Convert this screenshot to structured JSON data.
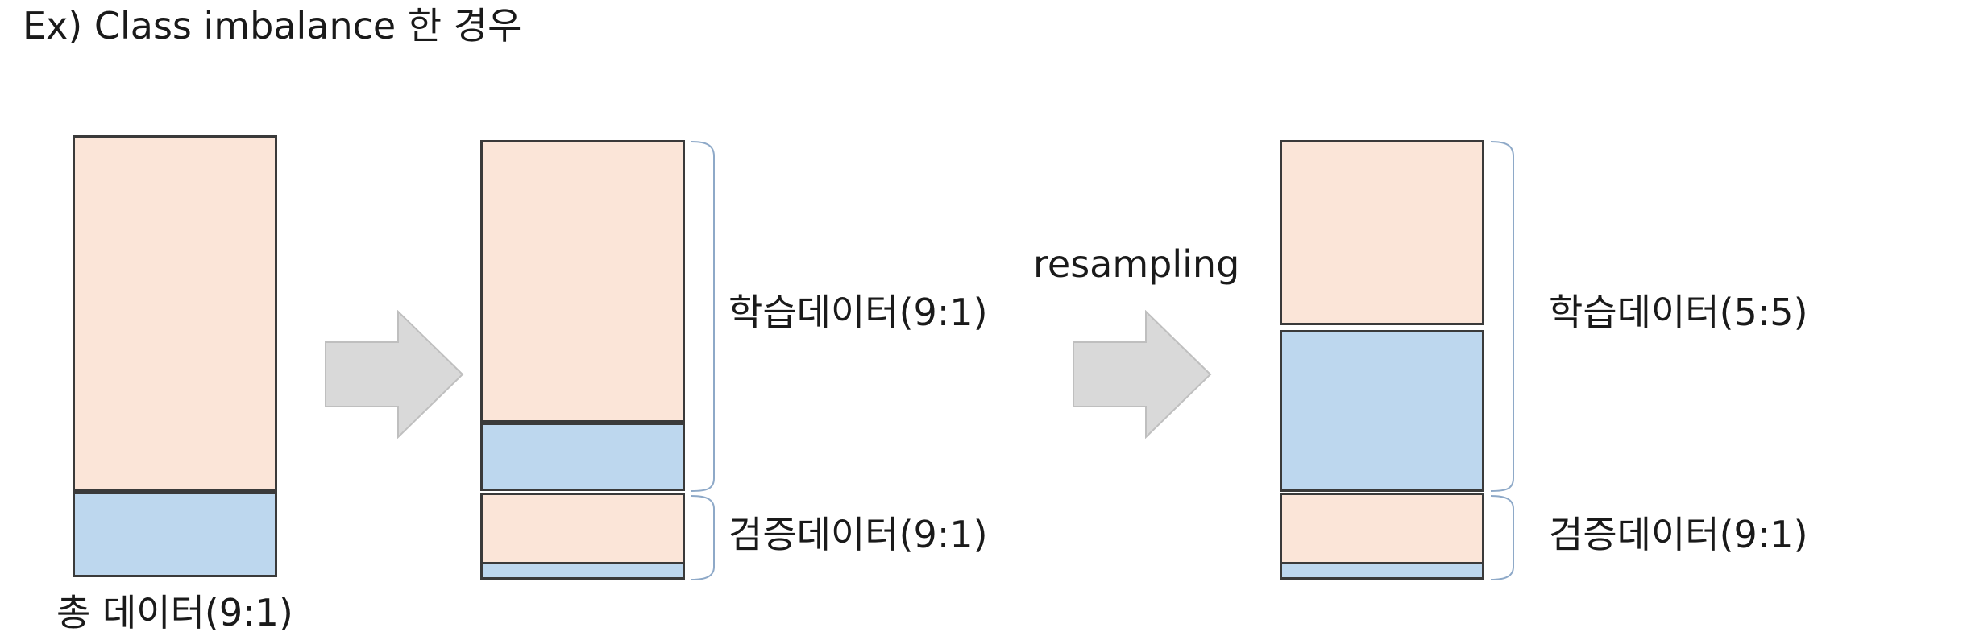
{
  "title": "Ex) Class imbalance 한 경우",
  "total_label": "총 데이터(9:1)",
  "resampling_label": "resampling",
  "split_before": {
    "train_label": "학습데이터(9:1)",
    "valid_label": "검증데이터(9:1)"
  },
  "split_after": {
    "train_label": "학습데이터(5:5)",
    "valid_label": "검증데이터(9:1)"
  },
  "colors": {
    "majority_class": "#fbe5d8",
    "minority_class": "#bdd7ee",
    "arrow": "#d9d9d9",
    "brace": "#8ea9c8"
  }
}
